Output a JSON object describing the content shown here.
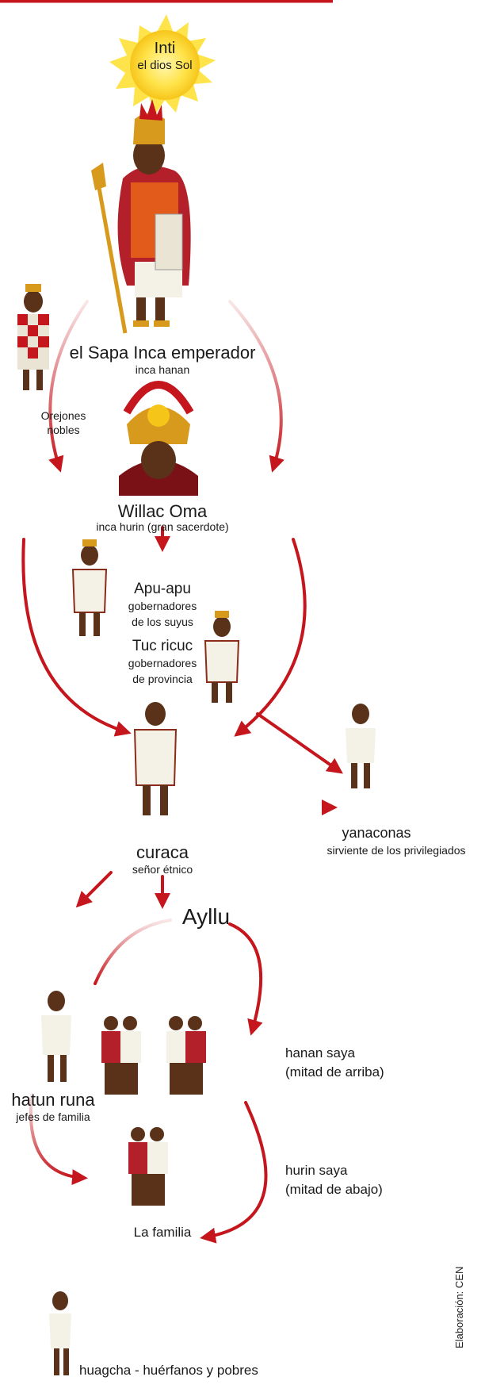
{
  "header_fragment": "",
  "inti": {
    "title": "Inti",
    "subtitle": "el dios Sol"
  },
  "sapa_inca": {
    "title": "el Sapa Inca emperador",
    "subtitle": "inca hanan"
  },
  "orejones": {
    "line1": "Orejones",
    "line2": "nobles"
  },
  "willac_oma": {
    "title": "Willac Oma",
    "subtitle": "inca hurin (gran sacerdote)"
  },
  "apu_apu": {
    "title": "Apu-apu",
    "line1": "gobernadores",
    "line2": "de los suyus"
  },
  "tuc_ricuc": {
    "title": "Tuc ricuc",
    "line1": "gobernadores",
    "line2": "de provincia"
  },
  "yanaconas": {
    "title": "yanaconas",
    "subtitle": "sirviente de los privilegiados"
  },
  "curaca": {
    "title": "curaca",
    "subtitle": "señor étnico"
  },
  "ayllu": {
    "title": "Ayllu"
  },
  "hatun_runa": {
    "title": "hatun runa",
    "subtitle": "jefes de familia"
  },
  "hanan_saya": {
    "line1": "hanan saya",
    "line2": "(mitad de arriba)"
  },
  "hurin_saya": {
    "line1": "hurin saya",
    "line2": "(mitad de abajo)"
  },
  "familia": {
    "title": "La familia"
  },
  "huagcha": {
    "title": "huagcha - huérfanos y pobres"
  },
  "credit": "Elaboración: CEN",
  "colors": {
    "arrow": "#c4161c",
    "sun": "#ffe34a",
    "gold": "#d79a1c",
    "skin": "#5a3219",
    "cloth": "#f4f1e6",
    "red_cloth": "#b3202a"
  }
}
